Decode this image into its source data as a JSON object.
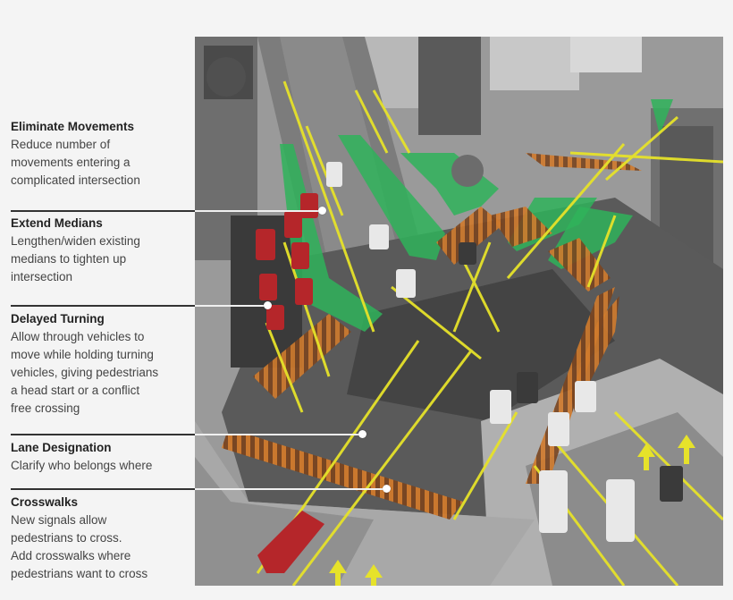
{
  "callouts": [
    {
      "title": "Eliminate Movements",
      "lines": [
        "Reduce number of",
        "movements entering a",
        "complicated intersection"
      ]
    },
    {
      "title": "Extend Medians",
      "lines": [
        "Lengthen/widen existing",
        "medians to tighten up",
        "intersection"
      ]
    },
    {
      "title": "Delayed Turning",
      "lines": [
        "Allow through vehicles to",
        "move while holding turning",
        "vehicles, giving pedestrians",
        "a head start or a conflict",
        "free crossing"
      ]
    },
    {
      "title": "Lane Designation",
      "lines": [
        "Clarify who belongs where"
      ]
    },
    {
      "title": "Crosswalks",
      "lines": [
        "New signals allow",
        "pedestrians to cross.",
        "Add crosswalks where",
        "pedestrians want to cross"
      ]
    }
  ],
  "photo": {
    "description": "Aerial view of a complex street intersection with proposed improvements overlaid",
    "overlay_colors": {
      "medians": "#2fb35a",
      "crosswalks": "#d97a2a",
      "lane_markings": "#e8e62a",
      "red_vehicles": "#b5262a"
    }
  }
}
